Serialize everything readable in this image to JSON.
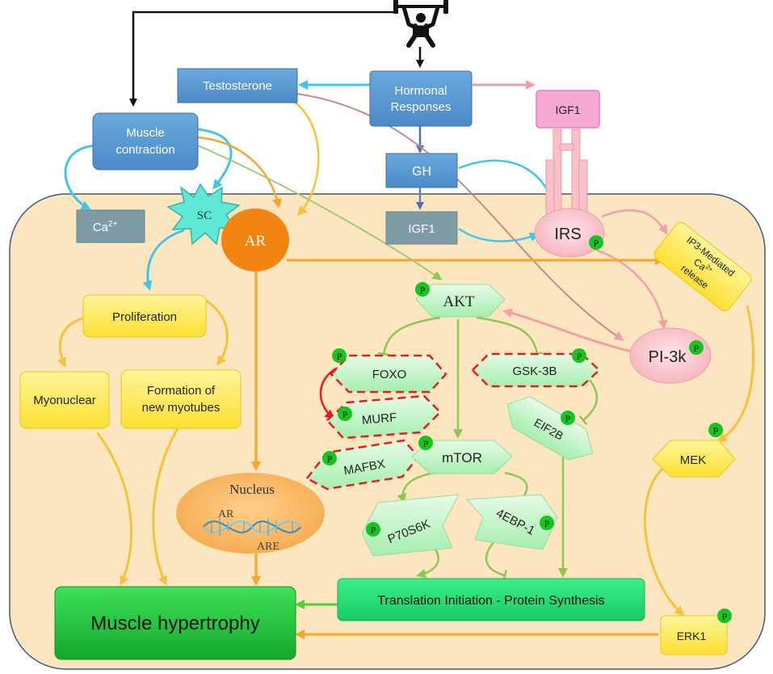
{
  "nodes": {
    "testosterone": "Testosterone",
    "hormonal_responses_1": "Hormonal",
    "hormonal_responses_2": "Responses",
    "igf1_receptor": "IGF1",
    "muscle_contraction_1": "Muscle",
    "muscle_contraction_2": "contraction",
    "gh": "GH",
    "igf1": "IGF1",
    "ca": "Ca",
    "ca_sup": "2+",
    "sc": "SC",
    "ar": "AR",
    "irs": "IRS",
    "ip3_1": "IP3-Mediated",
    "ip3_2": "Ca",
    "ip3_2_sup": "2+",
    "ip3_3": "release",
    "proliferation": "Proliferation",
    "akt": "AKT",
    "pi3k": "PI-3k",
    "myonuclear": "Myonuclear",
    "new_myotubes_1": "Formation of",
    "new_myotubes_2": "new myotubes",
    "foxo": "FOXO",
    "gsk3b": "GSK-3B",
    "murf": "MURF",
    "eif2b": "EIF2B",
    "mafbx": "MAFBX",
    "mtor": "mTOR",
    "mek": "MEK",
    "nucleus": "Nucleus",
    "dna_ar": "AR",
    "dna_are": "ARE",
    "p70s6k": "P70S6K",
    "ebp1": "4EBP-1",
    "translation": "Translation Initiation - Protein Synthesis",
    "hypertrophy": "Muscle hypertrophy",
    "erk1": "ERK1"
  },
  "phospho_label": "P",
  "icons": {
    "weightlifter": "weightlifter-icon",
    "phospho": "phosphate-badge-icon",
    "dna": "dna-helix-icon"
  },
  "colors": {
    "cell": "#fbe6c0",
    "blue_box": "#5b9bd5",
    "gray_box": "#7f9ba6",
    "orange": "#ff8c00",
    "yellow": "#fde95a",
    "green_box": "#22e07a",
    "hypertrophy": "#1fbf3a",
    "pink": "#f7b7bf",
    "phospho": "#18c41e",
    "arrow_cyan": "#3fc6e8",
    "arrow_orange": "#f4a52a",
    "arrow_yellow": "#f7c23a",
    "arrow_green": "#92c95a",
    "arrow_pink": "#f2a0a8"
  }
}
